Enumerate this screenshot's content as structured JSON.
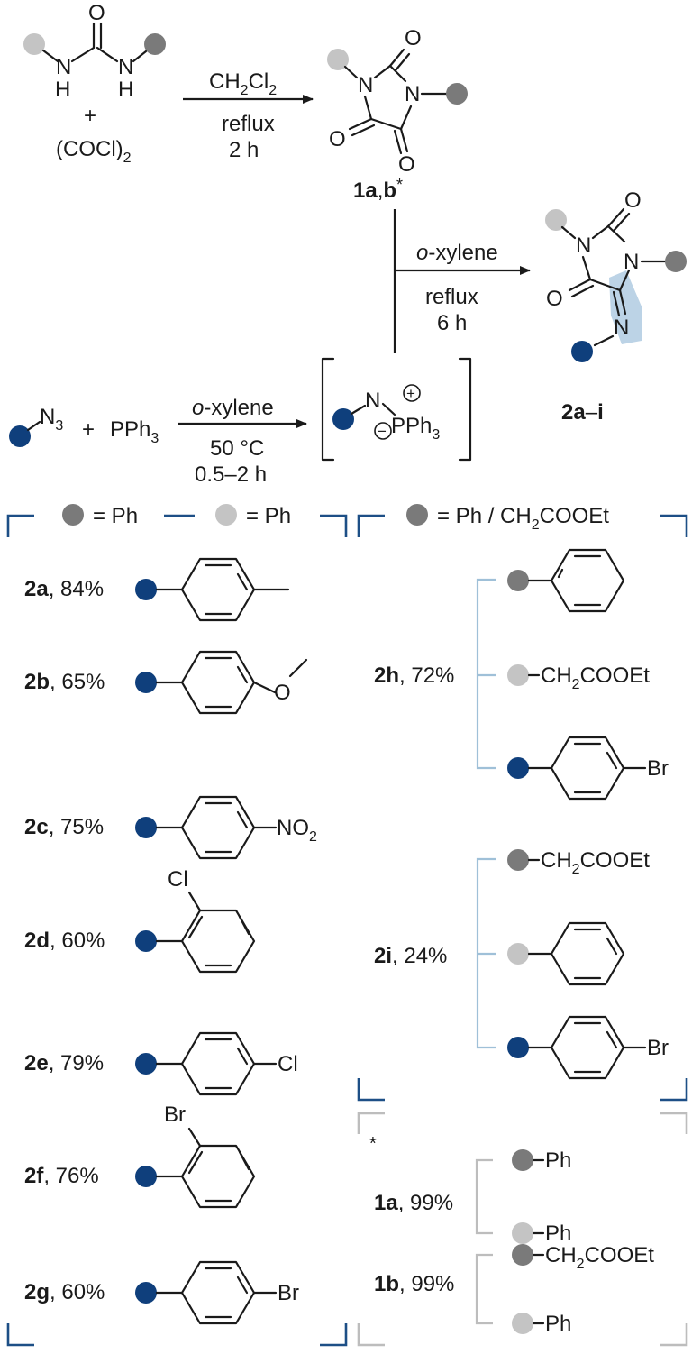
{
  "colors": {
    "substituent_dark": "#7a7a7a",
    "substituent_light": "#c4c4c4",
    "substituent_azide": "#0f3f7c",
    "highlight": "#bcd3e6",
    "frame_blue": "#1d4f86",
    "frame_grey": "#bdbdbd",
    "bracket_light": "#9fc0d8"
  },
  "scheme": {
    "step1": {
      "reagent": "(COCl)",
      "reagent_sub": "2",
      "plus": "+",
      "solvent_a": "CH",
      "solvent_sub1": "2",
      "solvent_b": "Cl",
      "solvent_sub2": "2",
      "temp": "reflux",
      "time": "2 h",
      "product_bold": "1a",
      "product_sep": ",",
      "product_bold2": "b",
      "product_mark": "*"
    },
    "step2": {
      "azide_label": "N",
      "azide_sub": "3",
      "plus": "+",
      "phosphine": "PPh",
      "phosphine_sub": "3",
      "solvent_italic": "o",
      "solvent_rest": "-xylene",
      "temp": "50 °C",
      "time": "0.5–2 h",
      "ylide_n": "N",
      "ylide_p": "PPh",
      "ylide_p_sub": "3",
      "plus_charge": "+",
      "minus_charge": "−"
    },
    "step3": {
      "solvent_italic": "o",
      "solvent_rest": "-xylene",
      "temp": "reflux",
      "time": "6 h",
      "product_bold": "2a",
      "product_dash": "–",
      "product_bold2": "i"
    },
    "atoms": {
      "O": "O",
      "N": "N",
      "H": "H"
    }
  },
  "left_panel": {
    "header_left": "= Ph",
    "header_right": "= Ph",
    "entries": [
      {
        "id": "2a",
        "yield": ", 84%",
        "sub": ""
      },
      {
        "id": "2b",
        "yield": ", 65%",
        "sub": "O"
      },
      {
        "id": "2c",
        "yield": ", 75%",
        "sub": "NO",
        "sub_index": "2"
      },
      {
        "id": "2d",
        "yield": ", 60%",
        "sub": "Cl"
      },
      {
        "id": "2e",
        "yield": ", 79%",
        "sub": "Cl"
      },
      {
        "id": "2f",
        "yield": ", 76%",
        "sub": "Br"
      },
      {
        "id": "2g",
        "yield": ", 60%",
        "sub": "Br"
      }
    ]
  },
  "right_panel": {
    "header_a": "= Ph / CH",
    "header_sub": "2",
    "header_b": "COOEt",
    "entries": [
      {
        "id": "2h",
        "yield": ", 72%",
        "ester_a": "CH",
        "ester_sub": "2",
        "ester_b": "COOEt",
        "halide": "Br"
      },
      {
        "id": "2i",
        "yield": ", 24%",
        "ester_a": "CH",
        "ester_sub": "2",
        "ester_b": "COOEt",
        "halide": "Br"
      }
    ]
  },
  "footnote": {
    "mark": "*",
    "entries": [
      {
        "id": "1a",
        "yield": ", 99%",
        "top": "Ph",
        "bottom": "Ph"
      },
      {
        "id": "1b",
        "yield": ", 99%",
        "top_a": "CH",
        "top_sub": "2",
        "top_b": "COOEt",
        "bottom": "Ph"
      }
    ]
  }
}
